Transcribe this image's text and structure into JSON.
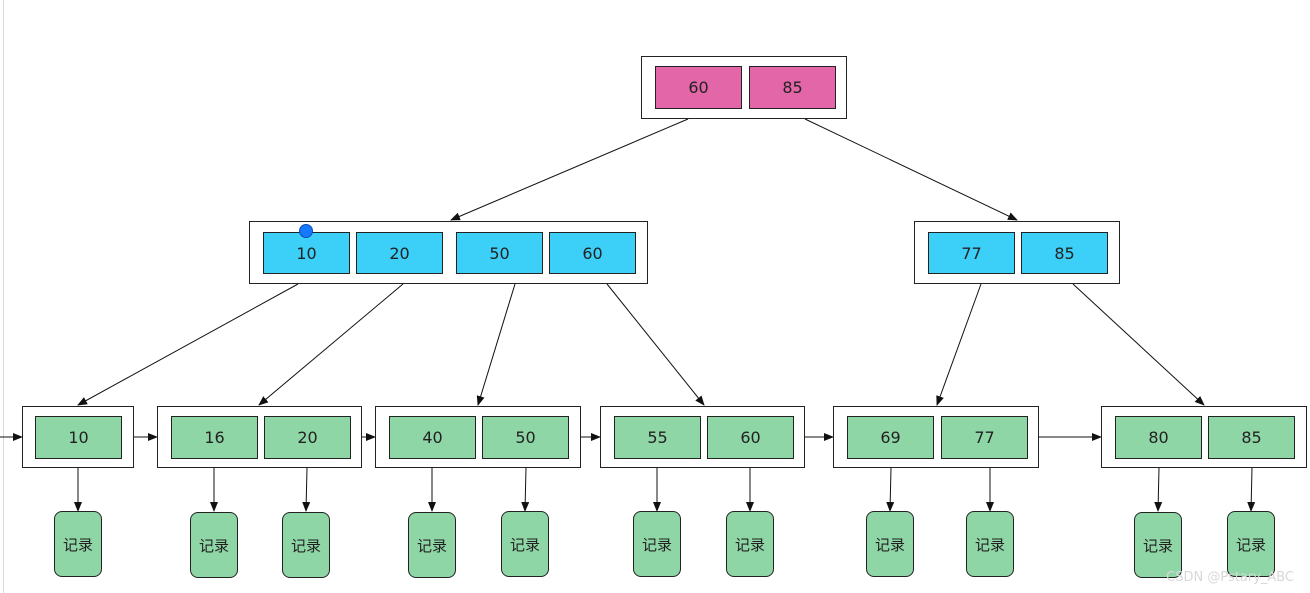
{
  "root": {
    "keys": [
      "60",
      "85"
    ]
  },
  "internal": [
    {
      "keys": [
        "10",
        "20",
        "50",
        "60"
      ]
    },
    {
      "keys": [
        "77",
        "85"
      ]
    }
  ],
  "leaves": [
    {
      "keys": [
        "10"
      ]
    },
    {
      "keys": [
        "16",
        "20"
      ]
    },
    {
      "keys": [
        "40",
        "50"
      ]
    },
    {
      "keys": [
        "55",
        "60"
      ]
    },
    {
      "keys": [
        "69",
        "77"
      ]
    },
    {
      "keys": [
        "80",
        "85"
      ]
    }
  ],
  "record_label": "记录",
  "watermark": "CSDN @Pstary_ABC",
  "colors": {
    "root": "#e266a8",
    "internal": "#3cd0f8",
    "leaf": "#8fd6a6",
    "selection_dot": "#1677ff"
  }
}
